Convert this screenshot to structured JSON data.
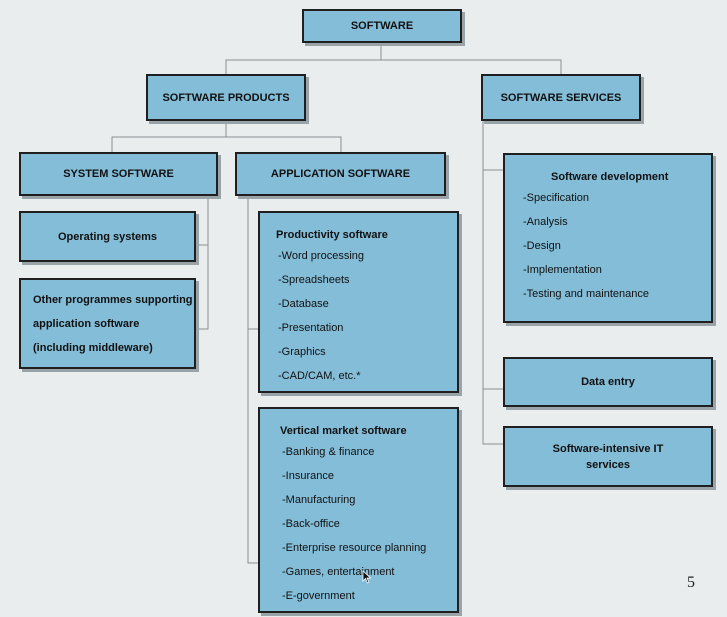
{
  "root": {
    "label": "SOFTWARE"
  },
  "products": {
    "label": "SOFTWARE PRODUCTS"
  },
  "services": {
    "label": "SOFTWARE SERVICES"
  },
  "system_software": {
    "label": "SYSTEM SOFTWARE"
  },
  "application_software": {
    "label": "APPLICATION SOFTWARE"
  },
  "operating_systems": {
    "label": "Operating systems"
  },
  "other_programmes": {
    "lines": [
      "Other programmes supporting",
      "application software",
      "(including middleware)"
    ]
  },
  "productivity": {
    "title": "Productivity software",
    "items": [
      "-Word processing",
      "-Spreadsheets",
      "-Database",
      "-Presentation",
      "-Graphics",
      "-CAD/CAM, etc.*"
    ]
  },
  "vertical_market": {
    "title": "Vertical market software",
    "items": [
      "-Banking & finance",
      "-Insurance",
      "-Manufacturing",
      "-Back-office",
      "-Enterprise resource planning",
      "-Games, entertainment",
      "-E-government"
    ]
  },
  "software_development": {
    "title": "Software development",
    "items": [
      "-Specification",
      "-Analysis",
      "-Design",
      "-Implementation",
      "-Testing and maintenance"
    ]
  },
  "data_entry": {
    "label": "Data entry"
  },
  "it_services": {
    "label": "Software-intensive IT services"
  },
  "page_number": "5",
  "colors": {
    "box_fill": "#84bdd8",
    "border": "#1f1f1f",
    "background": "#e9edee"
  }
}
